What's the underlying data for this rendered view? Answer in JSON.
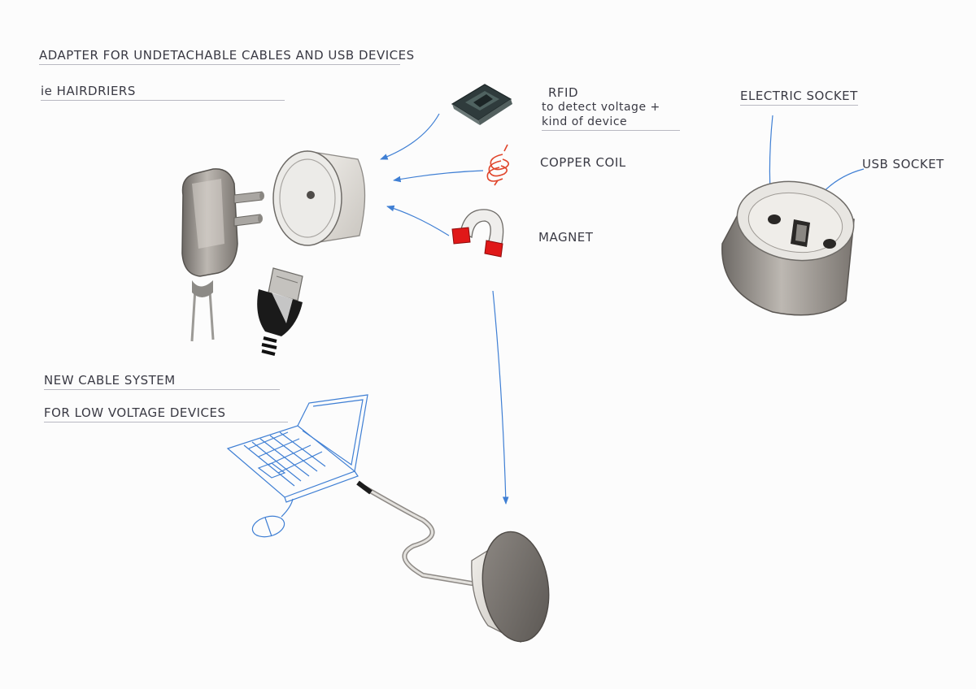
{
  "headings": {
    "adapter": "ADAPTER FOR UNDETACHABLE CABLES AND USB DEVICES",
    "example": "ie HAIRDRIERS",
    "new_cable": "NEW CABLE SYSTEM",
    "low_voltage": "FOR LOW VOLTAGE DEVICES"
  },
  "components": {
    "rfid_title": "RFID",
    "rfid_line1": "to detect voltage +",
    "rfid_line2": "kind of device",
    "copper_coil": "COPPER COIL",
    "magnet": "MAGNET"
  },
  "socket": {
    "electric": "ELECTRIC SOCKET",
    "usb": "USB SOCKET"
  },
  "colors": {
    "ink_blue": "#3f7fd4",
    "magnet_red": "#e01818",
    "coil_orange": "#e0442a",
    "pencil_grey": "#5a5a62"
  }
}
